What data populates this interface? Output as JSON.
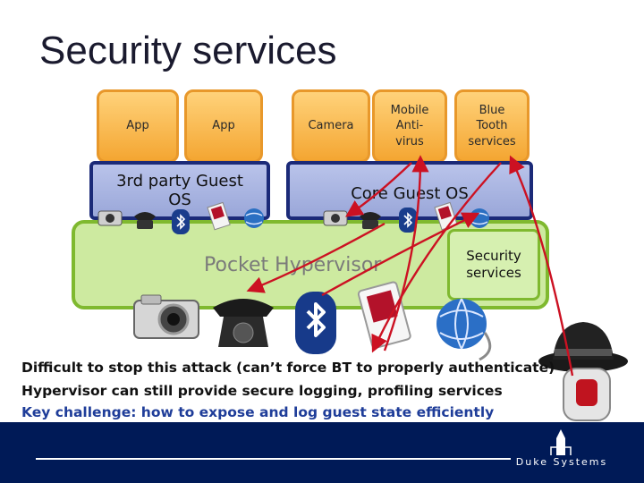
{
  "slide": {
    "title": "Security services",
    "apps": [
      "App",
      "App",
      "Camera",
      "Mobile Anti-virus",
      "Blue Tooth services"
    ],
    "guest_os_left": "3rd party Guest OS",
    "guest_os_right": "Core Guest OS",
    "hypervisor": "Pocket Hypervisor",
    "security_box": "Security services",
    "notes": [
      "Difficult to stop this attack (can’t force BT to properly authenticate)",
      "Hypervisor can still provide secure logging, profiling services",
      "Key challenge: how to expose and log guest state efficiently"
    ],
    "footer_brand": "Duke Systems"
  },
  "colors": {
    "app_fill": "#f4a632",
    "os_fill": "#9aa7d9",
    "os_border": "#1b2a78",
    "hypervisor_fill": "#cdeaa0",
    "hypervisor_border": "#7fb92f",
    "arrow": "#cc1122",
    "footer": "#001a57",
    "key_note": "#1f3d99"
  }
}
